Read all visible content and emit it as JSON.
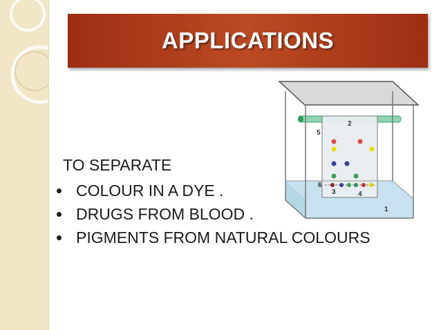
{
  "slide": {
    "title": "APPLICATIONS",
    "intro": "TO SEPARATE",
    "bullets": [
      "COLOUR IN A DYE .",
      "DRUGS FROM BLOOD .",
      "PIGMENTS FROM NATURAL COLOURS"
    ]
  },
  "diagram": {
    "labels": {
      "l1": "1",
      "l2": "2",
      "l3": "3",
      "l4": "4",
      "l5": "5",
      "l6": "6"
    }
  },
  "colors": {
    "title_bar": "#ac3b1b",
    "side_band": "#f1e6c5",
    "solvent": "#bfdbe8",
    "rod": "#4fb88a"
  }
}
